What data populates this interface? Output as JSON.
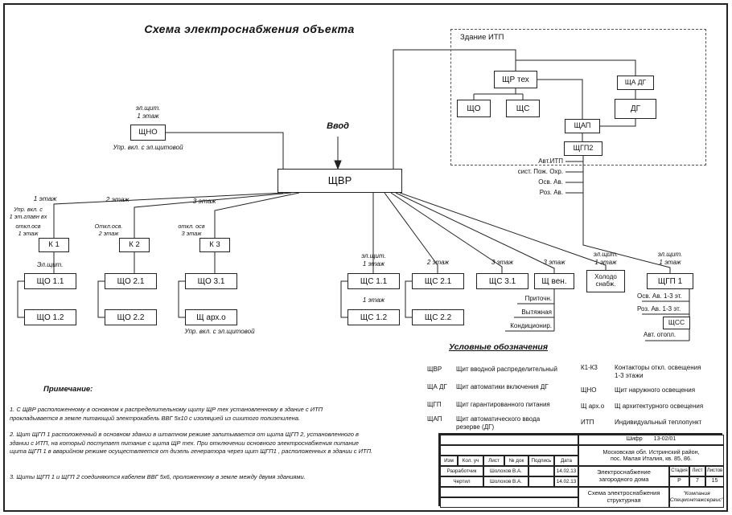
{
  "title": "Схема электроснабжения  объекта",
  "itp": {
    "label": "Здание  ИТП",
    "shr_teh": "ЩР тех",
    "scho": "ЩО",
    "schs": "ЩС",
    "scha_dg": "ЩА ДГ",
    "dg": "ДГ",
    "schap": "ЩАП",
    "schgp2": "ЩГП2",
    "loads": [
      "Авт.ИТП",
      "сист. Пож. Охр.",
      "Осв. Ав.",
      "Роз. Ав."
    ]
  },
  "input_label": "Ввод",
  "shvr": "ЩВР",
  "schno": {
    "above": "эл.щит.\n1 этаж",
    "box": "ЩНО",
    "below": "Упр. вкл. с эл.щитовой"
  },
  "floors": [
    "1 этаж",
    "2 этаж",
    "3 этаж"
  ],
  "contactors": {
    "k1_note": "Упр. вкл. с\n1 эт.главн вх",
    "k1_above": "откл.осв\n1 этаж",
    "k2_above": "Откл.осв.\n2 этаж",
    "k3_above": "откл. осв\n3 этаж",
    "k1": "К 1",
    "k2": "К 2",
    "k3": "К 3",
    "elshit": "Эл.щит."
  },
  "lighting": {
    "scho11": "ЩО 1.1",
    "scho12": "ЩО 1.2",
    "scho21": "ЩО 2.1",
    "scho22": "ЩО 2.2",
    "scho31": "ЩО 3.1",
    "sch_arh": "Щ арх.о",
    "arh_note": "Упр. вкл. с эл.щитовой"
  },
  "sockets": {
    "s11_above": "эл.щит.\n1 этаж",
    "schs11": "ЩС 1.1",
    "s12_above": "1 этаж",
    "schs12": "ЩС 1.2",
    "s21_above": "2 этаж",
    "schs21": "ЩС 2.1",
    "schs22": "ЩС 2.2",
    "s31_above": "3 этаж",
    "schs31": "ЩС 3.1"
  },
  "vent": {
    "above": "3 этаж",
    "box": "Щ вен.",
    "loads": [
      "Приточн.",
      "Вытяжная",
      "Кондиционир."
    ]
  },
  "cold": {
    "above": "эл.щит.\n1 этаж",
    "box": "Холодо\nснабж."
  },
  "gp1": {
    "above": "эл.щит.\n1 этаж",
    "box": "ЩГП 1",
    "load1": "Осв. Ав. 1-3 эт.",
    "load2": "Роз. Ав. 1-3 эт.",
    "schss": "ЩСС",
    "load3": "Авт. отопл."
  },
  "legend": {
    "header": "Условные  обозначения",
    "items": [
      {
        "term": "ЩВР",
        "def": "Щит вводной распределительный"
      },
      {
        "term": "ЩА ДГ",
        "def": "Щит автоматики включения ДГ"
      },
      {
        "term": "ЩГП",
        "def": "Щит гарантированного питания"
      },
      {
        "term": "ЩАП",
        "def": "Щит автоматического ввода\nрезерве (ДГ)"
      },
      {
        "term": "К1-К3",
        "def": "Контакторы откл. освещения\n1-3 этажи"
      },
      {
        "term": "ЩНО",
        "def": "Щит наружного  освещения"
      },
      {
        "term": "Щ арх.о",
        "def": "Щ архитектурного освещения"
      },
      {
        "term": "ИТП",
        "def": "Индивидуальный теплопункт"
      }
    ]
  },
  "notes": {
    "header": "Примечание:",
    "items": [
      "1. С ЩВР расположенному в основном  к распределительному щиту ЩР тех  установленному  в здание с ИТП прокладывается в земле питающий электрокабель  ВВГ 5х10 с изоляцией из сшитого полиэтилена.",
      "2.  Щит ЩГП 1  расположенный в основном здании  в  штатном режиме запитывается от щита ЩГП 2, установленного в здании с ИТП,  на который  поступает питание с щита ЩР тех. При отключении основного электроснабжения  питание щита  ЩГП 1  в аварийном режиме  осуществляется  от дизель генератора через щит ЩГП1 , расположенных  в здании с ИТП.",
      "3.  Щиты ЩГП 1 и  ЩГП 2  соединяются  кабелем ВВГ 5х6, проложенному в земле между двумя зданиями."
    ]
  },
  "stamp": {
    "code_label": "Шифр",
    "code": "13-02/01",
    "address": "Московская обл.  Истринский район,\nпос. Малая Италия, кв. 85, 86.",
    "cols": [
      "Изм",
      "Кол. уч",
      "Лист",
      "№ док",
      "Подпись",
      "Дата"
    ],
    "rows": [
      {
        "role": "Разработчик",
        "name": "Шолохов В.А.",
        "date": "14.02.13"
      },
      {
        "role": "Чертил",
        "name": "Шолохов В.А.",
        "date": "14.02.13"
      }
    ],
    "project": "Электроснабжение\nзагородного  дома",
    "stage_label": "Стадия",
    "stage": "Р",
    "sheet_label": "Лист",
    "sheet": "7",
    "sheets_label": "Листов",
    "sheets": "15",
    "doc_title": "Схема электроснабжения\nструктурная",
    "company": "\"Компания\nСпецмонтажсервис\""
  }
}
